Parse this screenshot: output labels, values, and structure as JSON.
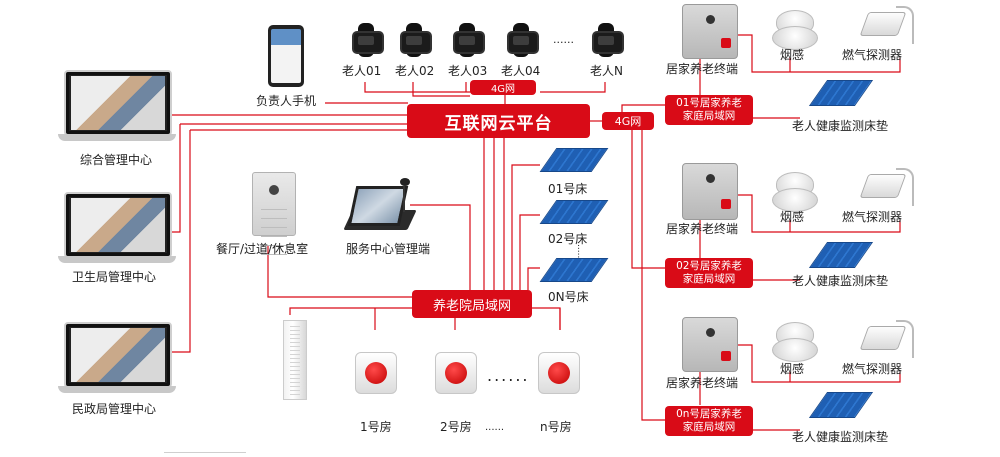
{
  "center": {
    "cloud": "互联网云平台",
    "g4_top": "4G网",
    "g4_right": "4G网",
    "lan": "养老院局域网"
  },
  "watches": [
    "老人01",
    "老人02",
    "老人03",
    "老人04",
    "老人N"
  ],
  "watch_dots": "......",
  "phone_label": "负责人手机",
  "centers": [
    "综合管理中心",
    "卫生局管理中心",
    "民政局管理中心"
  ],
  "panel_label": "餐厅/过道/休息室",
  "console_label": "服务中心管理端",
  "beds": [
    "01号床",
    "02号床",
    "0N号床"
  ],
  "bed_dots": "......",
  "rooms": [
    "1号房",
    "2号房",
    "n号房"
  ],
  "room_dots": "......",
  "room_row_dots": "......",
  "homes": [
    {
      "terminal": "居家养老终端",
      "smoke": "烟感",
      "gas": "燃气探测器",
      "lan_line1": "01号居家养老",
      "lan_line2": "家庭局域网",
      "pad": "老人健康监测床垫"
    },
    {
      "terminal": "居家养老终端",
      "smoke": "烟感",
      "gas": "燃气探测器",
      "lan_line1": "02号居家养老",
      "lan_line2": "家庭局域网",
      "pad": "老人健康监测床垫"
    },
    {
      "terminal": "居家养老终端",
      "smoke": "烟感",
      "gas": "燃气探测器",
      "lan_line1": "0n号居家养老",
      "lan_line2": "家庭局域网",
      "pad": "老人健康监测床垫"
    }
  ],
  "colors": {
    "accent": "#d90b17",
    "line": "#d90b17"
  }
}
